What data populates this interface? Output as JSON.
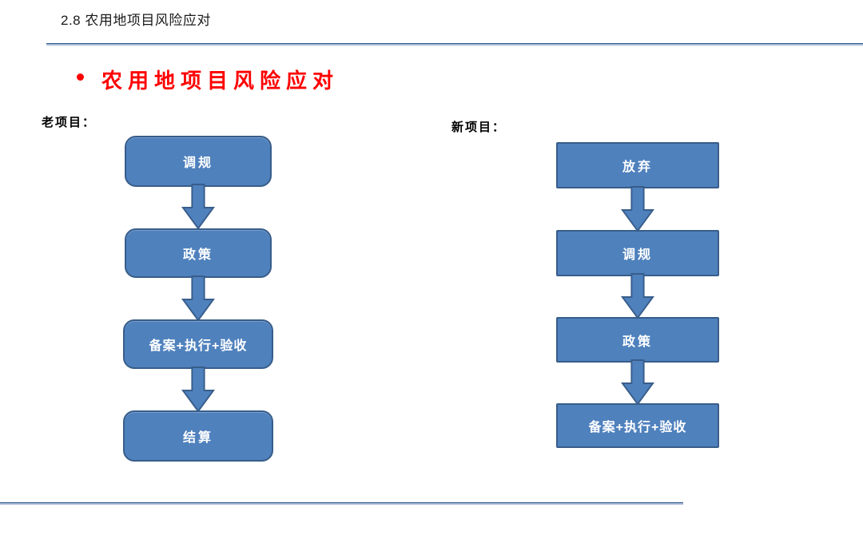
{
  "slide": {
    "header_title": "2.8 农用地项目风险应对",
    "section_heading": "农用地项目风险应对"
  },
  "flows": {
    "old": {
      "label": "老项目：",
      "steps": [
        "调规",
        "政策",
        "备案+执行+验收",
        "结算"
      ]
    },
    "new": {
      "label": "新项目：",
      "steps": [
        "放弃",
        "调规",
        "政策",
        "备案+执行+验收"
      ]
    }
  },
  "colors": {
    "box_fill": "#4f81bd",
    "box_border": "#385d8a",
    "heading_red": "#fe0000",
    "line_blue": "#2e5a8c"
  }
}
